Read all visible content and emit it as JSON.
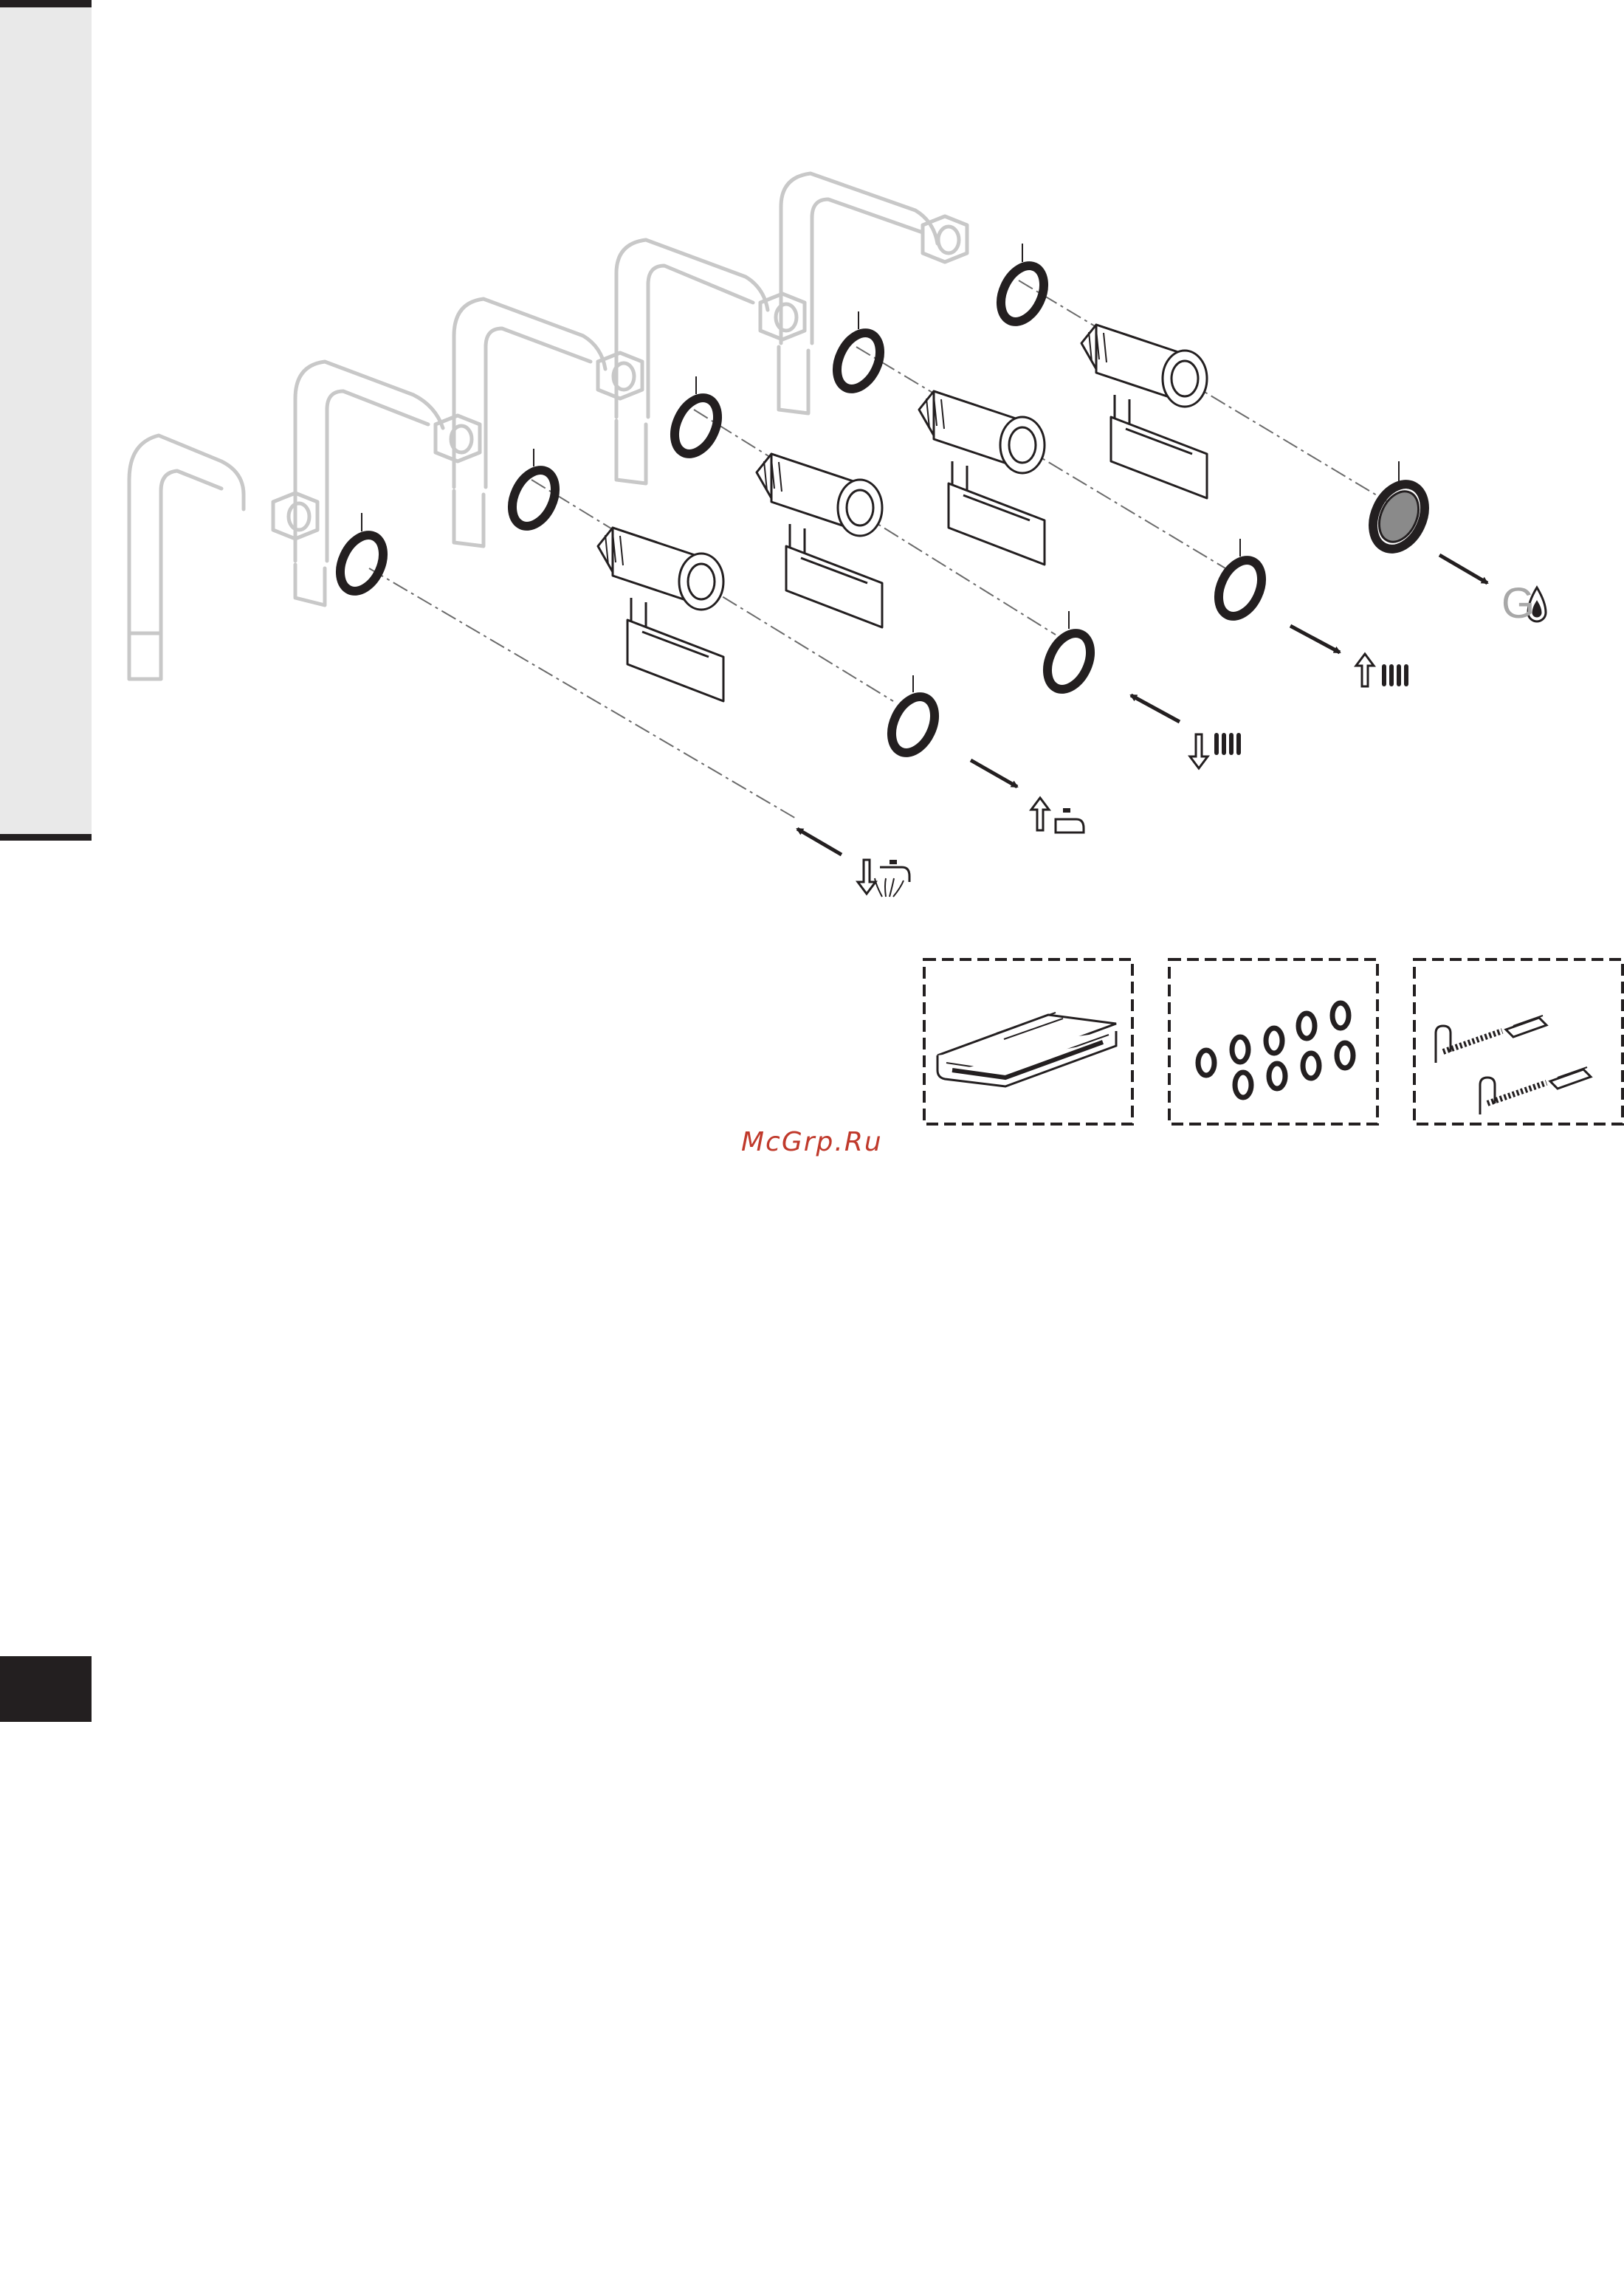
{
  "page": {
    "watermark": "McGrp.Ru",
    "gas_label": "G"
  },
  "connections": [
    {
      "symbol": "cold-water-inlet-icon",
      "flow": "in"
    },
    {
      "symbol": "hot-water-outlet-icon",
      "flow": "out"
    },
    {
      "symbol": "heating-return-icon",
      "flow": "in"
    },
    {
      "symbol": "heating-flow-icon",
      "flow": "out"
    },
    {
      "symbol": "gas-inlet-icon",
      "flow": "out"
    }
  ],
  "accessories": [
    {
      "name": "manual-booklet"
    },
    {
      "name": "gasket-set",
      "count": 9
    },
    {
      "name": "wall-hooks-plugs",
      "count": 2
    }
  ],
  "colors": {
    "ink": "#231f20",
    "pipe": "#c8c8c8",
    "side_tab": "#e9e9e9",
    "watermark": "#c0392b"
  }
}
